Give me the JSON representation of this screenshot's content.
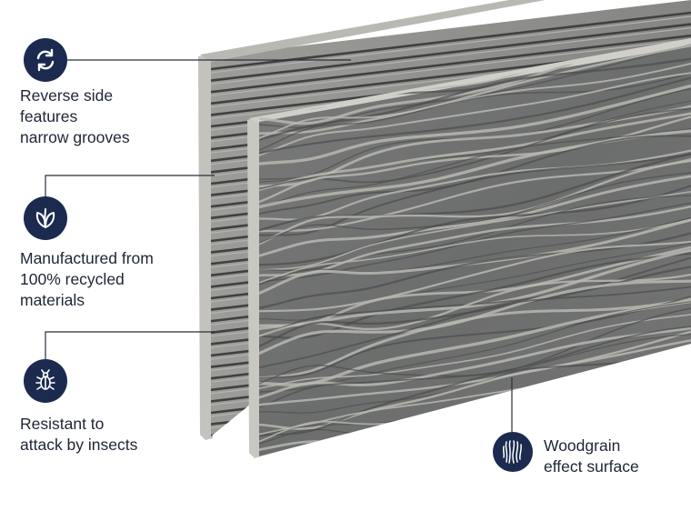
{
  "features": [
    {
      "id": "reverse",
      "icon": "reverse-arrows-icon",
      "text": "Reverse side\nfeatures\nnarrow grooves"
    },
    {
      "id": "recycled",
      "icon": "leaf-icon",
      "text": "Manufactured from\n100% recycled\nmaterials"
    },
    {
      "id": "insects",
      "icon": "insect-icon",
      "text": "Resistant to\nattack by insects"
    },
    {
      "id": "woodgrain",
      "icon": "woodgrain-icon",
      "text": "Woodgrain\neffect surface"
    }
  ],
  "colors": {
    "badge": "#1b2a4e",
    "text": "#1f2536",
    "callout_line": "#2b2f3a",
    "board_dark": "#6e6f6f",
    "board_light": "#b7b6b1"
  }
}
